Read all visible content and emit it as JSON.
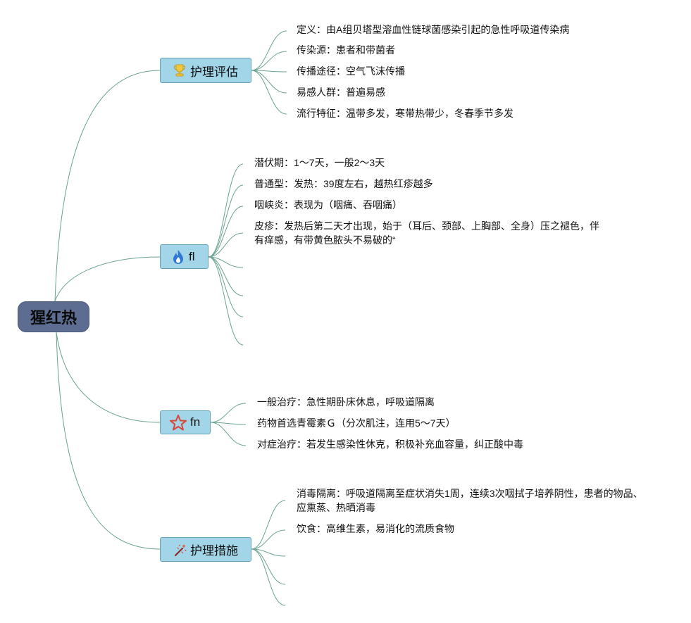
{
  "colors": {
    "background": "#ffffff",
    "root_fill": "#5d6d92",
    "root_text": "#0b0b0b",
    "branch_fill": "#a2d5e7",
    "branch_border": "#63a3ba",
    "line": "#6aa38f",
    "text": "#111111"
  },
  "root": {
    "label": "猩红热"
  },
  "branches": [
    {
      "label": "护理评估",
      "icon": "trophy-icon",
      "leaves": [
        {
          "text": "定义：由A组贝塔型溶血性链球菌感染引起的急性呼吸道传染病"
        },
        {
          "text": "传染源：患者和带菌者"
        },
        {
          "text": "传播途径：空气飞沫传播"
        },
        {
          "text": "易感人群：普遍易感"
        },
        {
          "text": "流行特征：温带多发，寒带热带少，冬春季节多发"
        }
      ]
    },
    {
      "label": "fl",
      "icon": "fire-icon",
      "leaves": [
        {
          "text": "潜伏期：1～7天，一般2～3天"
        },
        {
          "text": "普通型：发热：39度左右，越热红疹越多"
        },
        {
          "text": "咽峡炎：表现为（咽痛、吞咽痛）"
        },
        {
          "lines": [
            "皮疹：发热后第二天才出现，始于（耳后、颈部、上胸部、全身）压之褪色，伴",
            "有痒感，有带黄色脓头不易破的“"
          ]
        },
        {
          "text": ""
        },
        {
          "text": ""
        },
        {
          "text": ""
        },
        {
          "text": ""
        }
      ]
    },
    {
      "label": "fn",
      "icon": "star-icon",
      "leaves": [
        {
          "text": "一般治疗：急性期卧床休息，呼吸道隔离"
        },
        {
          "text": "药物首选青霉素Ｇ（分次肌注，连用5～7天）"
        },
        {
          "text": "对症治疗：若发生感染性休克，积极补充血容量，纠正酸中毒"
        }
      ]
    },
    {
      "label": "护理措施",
      "icon": "magic-wand-icon",
      "leaves": [
        {
          "lines": [
            "消毒隔离：呼吸道隔离至症状消失1周，连续3次咽拭子培养阴性，患者的物品、",
            "应熏蒸、热晒消毒"
          ]
        },
        {
          "text": "饮食：高维生素，易消化的流质食物"
        },
        {
          "text": ""
        },
        {
          "text": ""
        },
        {
          "text": ""
        }
      ]
    }
  ]
}
